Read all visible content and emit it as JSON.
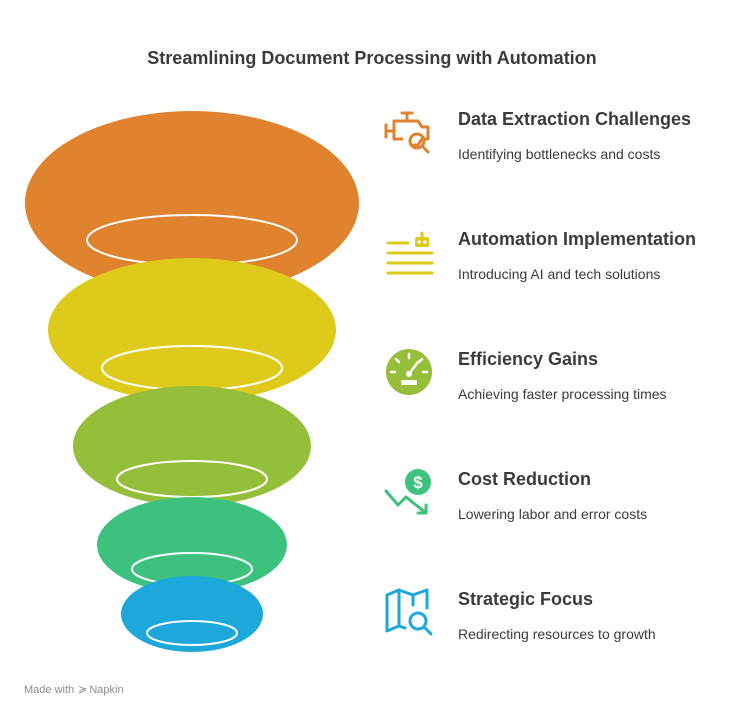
{
  "title": "Streamlining Document Processing with Automation",
  "colors": {
    "stage1": "#E0832F",
    "stage2": "#DECA1B",
    "stage3": "#95BE3A",
    "stage4": "#3CC27E",
    "stage5": "#1DA8DB"
  },
  "stages": [
    {
      "icon": "engine-search-icon",
      "title": "Data Extraction Challenges",
      "description": "Identifying bottlenecks and costs"
    },
    {
      "icon": "robot-list-icon",
      "title": "Automation Implementation",
      "description": "Introducing AI and tech solutions"
    },
    {
      "icon": "speedometer-icon",
      "title": "Efficiency Gains",
      "description": "Achieving faster processing times"
    },
    {
      "icon": "dollar-down-icon",
      "title": "Cost Reduction",
      "description": "Lowering labor and error costs"
    },
    {
      "icon": "map-search-icon",
      "title": "Strategic Focus",
      "description": "Redirecting resources to growth"
    }
  ],
  "footer": {
    "made_with": "Made with",
    "brand": "Napkin"
  }
}
